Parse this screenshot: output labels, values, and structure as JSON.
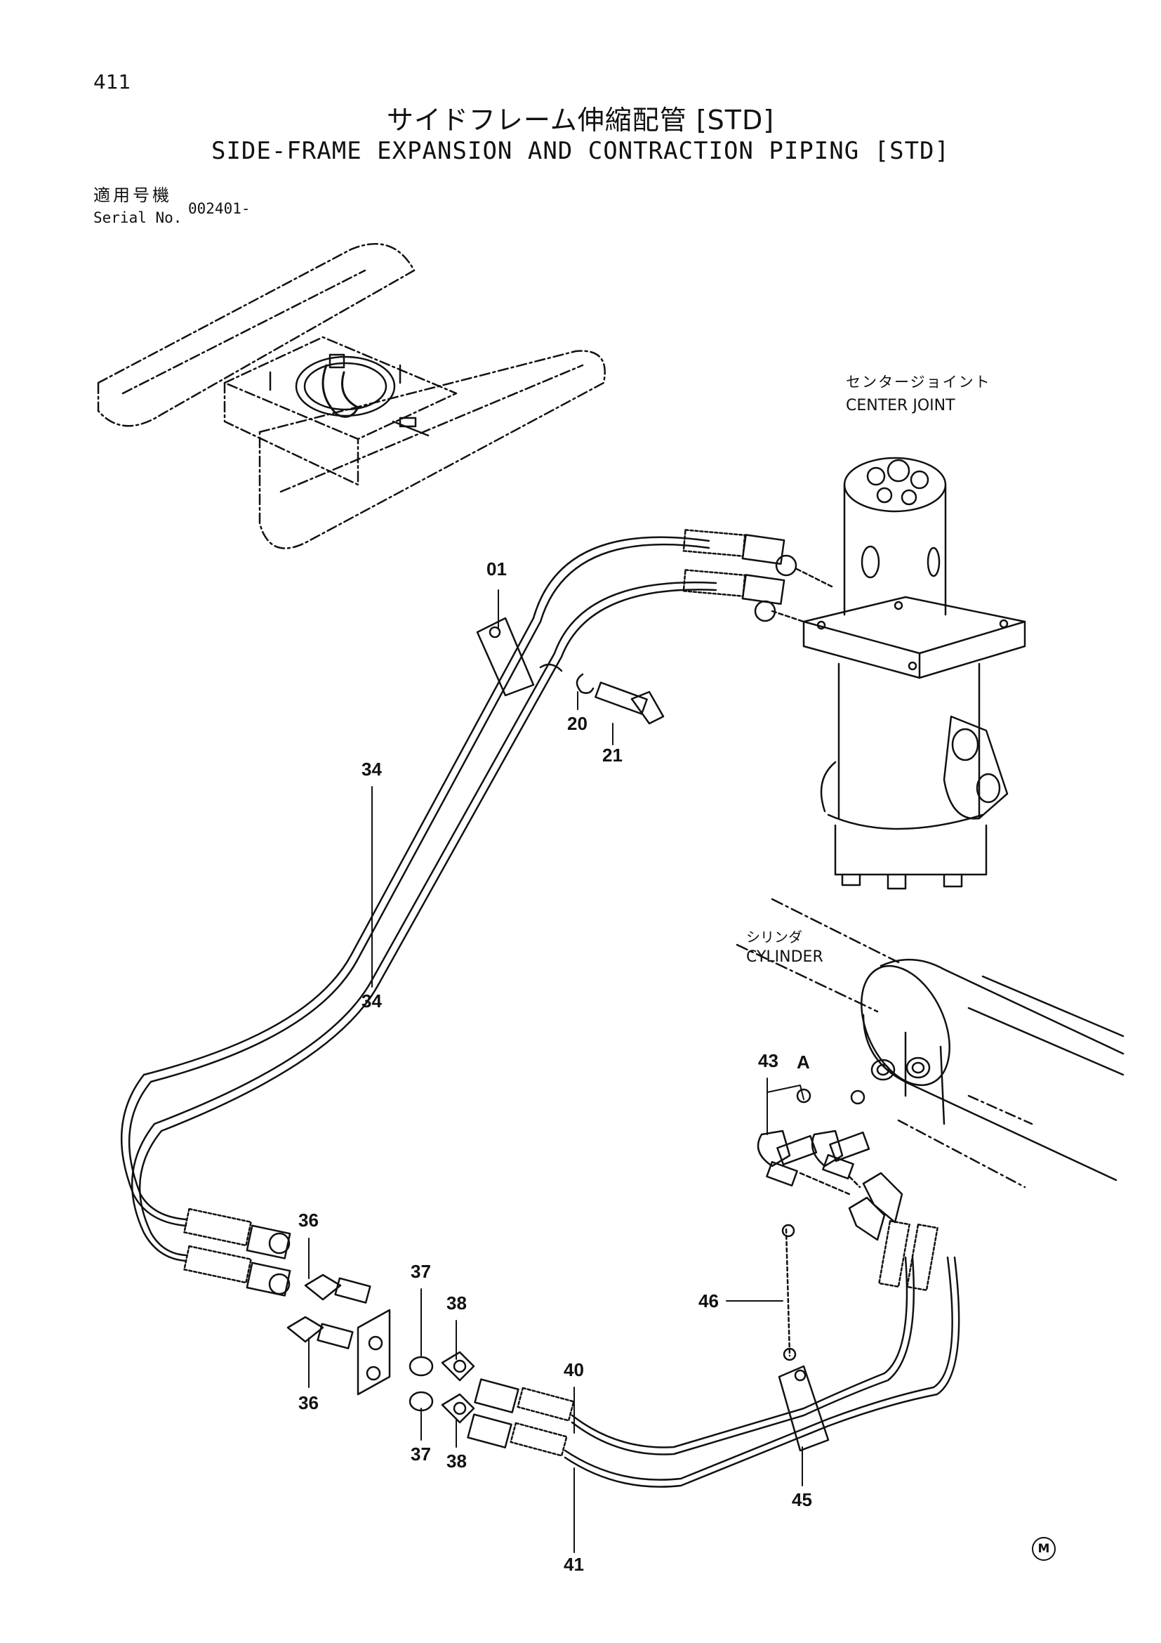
{
  "page_number": "411",
  "title": {
    "jp": "サイドフレーム伸縮配管 [STD]",
    "en": "SIDE-FRAME EXPANSION AND CONTRACTION PIPING [STD]"
  },
  "serial": {
    "label_jp": "適用号機",
    "label_en": "Serial No.",
    "value": "002401-"
  },
  "components": {
    "center_joint": {
      "jp": "センタージョイント",
      "en": "CENTER JOINT"
    },
    "cylinder": {
      "jp": "シリンダ",
      "en": "CYLINDER"
    },
    "detail_mark": "A"
  },
  "callouts": {
    "c01": "01",
    "c20": "20",
    "c21": "21",
    "c34a": "34",
    "c34b": "34",
    "c36a": "36",
    "c36b": "36",
    "c37a": "37",
    "c37b": "37",
    "c38a": "38",
    "c38b": "38",
    "c40": "40",
    "c41": "41",
    "c43": "43",
    "c45": "45",
    "c46": "46"
  },
  "corner_mark": "M",
  "colors": {
    "ink": "#111111",
    "paper": "#ffffff"
  }
}
